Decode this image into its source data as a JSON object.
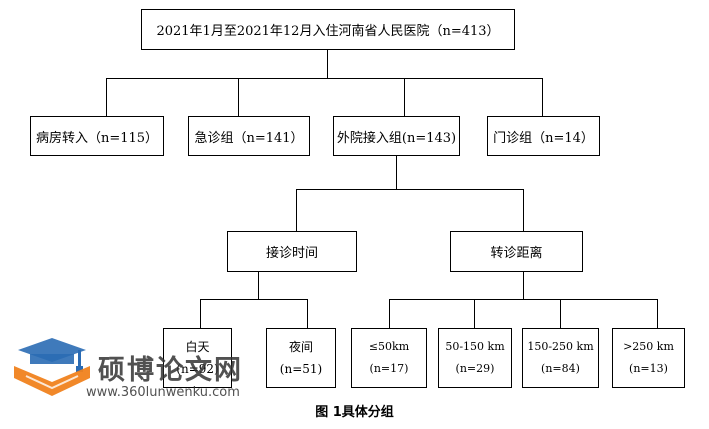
{
  "root": "2021年1月至2021年12月入住河南省人民医院（n=413）",
  "level1": [
    "病房转入（n=115）",
    "急诊组（n=141）",
    "外院接入组(n=143)",
    "门诊组（n=14）"
  ],
  "level2": [
    "接诊时间",
    "转诊距离"
  ],
  "time_groups": [
    {
      "label": "白天",
      "count": "(n=92)"
    },
    {
      "label": "夜间",
      "count": "(n=51)"
    }
  ],
  "distance_groups": [
    {
      "label": "≤50km",
      "count": "(n=17)"
    },
    {
      "label": "50-150 km",
      "count": "(n=29)"
    },
    {
      "label": "150-250 km",
      "count": "(n=84)"
    },
    {
      "label": ">250 km",
      "count": "(n=13)"
    }
  ],
  "caption": "图 1具体分组",
  "watermark": {
    "name": "硕博论文网",
    "url": "www.360lunwenku.com",
    "colors": {
      "orange": "#f0821e",
      "blue": "#2a6bb4"
    }
  }
}
